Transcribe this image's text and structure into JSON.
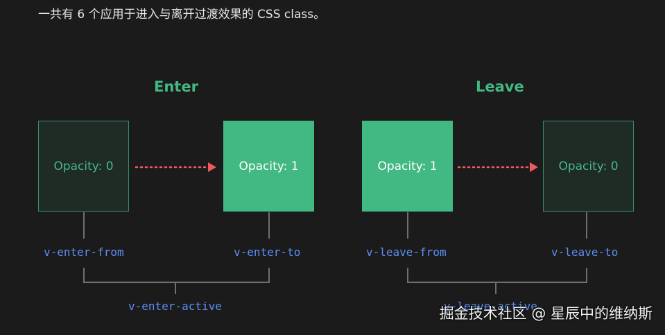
{
  "intro_text": "一共有 6 个应用于进入与离开过渡效果的 CSS class。",
  "enter": {
    "title": "Enter",
    "from_box": "Opacity: 0",
    "to_box": "Opacity: 1",
    "from_class": "v-enter-from",
    "to_class": "v-enter-to",
    "active_class": "v-enter-active"
  },
  "leave": {
    "title": "Leave",
    "from_box": "Opacity: 1",
    "to_box": "Opacity: 0",
    "from_class": "v-leave-from",
    "to_class": "v-leave-to",
    "active_class": "v-leave-active"
  },
  "watermark": "掘金技术社区 @ 星辰中的维纳斯",
  "colors": {
    "accent_green": "#42b883",
    "dim_box_fill": "#1f2b25",
    "class_label_blue": "#5d8ff5",
    "arrow_red": "#f05a5a",
    "background": "#1b1b1b"
  }
}
